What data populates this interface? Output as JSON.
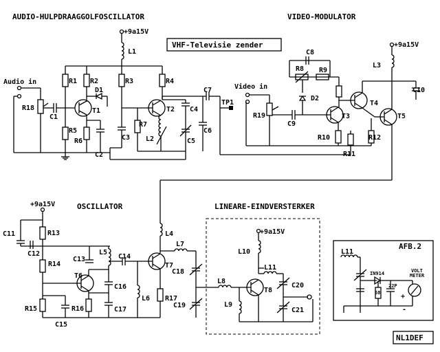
{
  "titles": {
    "audio_osc": "AUDIO-HULPDRAAGGOLFOSCILLATOR",
    "video_mod": "VIDEO-MODULATOR",
    "vhf_box": "VHF-Televisie zender",
    "oscillator": "OSCILLATOR",
    "linear_amp": "LINEARE-EINDVERSTERKER",
    "afb": "AFB.2",
    "signature": "NL1DEF"
  },
  "inputs": {
    "audio": "Audio in",
    "video": "Video in"
  },
  "supplies": {
    "s1": "+9a15V",
    "s2": "+9a15V",
    "s3": "+9a15V",
    "s4": "+9a15V"
  },
  "components": {
    "L1": "L1",
    "R1": "R1",
    "R2": "R2",
    "R3": "R3",
    "R4": "R4",
    "D1": "D1",
    "R18": "R18",
    "C1": "C1",
    "T1": "T1",
    "R5": "R5",
    "R6": "R6",
    "C2": "C2",
    "C3": "C3",
    "R7": "R7",
    "T2": "T2",
    "C4": "C4",
    "L2": "L2",
    "C5": "C5",
    "C6": "C6",
    "C7": "C7",
    "TP1": "TP1",
    "C8": "C8",
    "R8": "R8",
    "R9": "R9",
    "D2": "D2",
    "R19": "R19",
    "C9": "C9",
    "T3": "T3",
    "T4": "T4",
    "T5": "T5",
    "L3": "L3",
    "C10": "C10",
    "R10": "R10",
    "R11": "R11",
    "R12": "R12",
    "C11": "C11",
    "C12": "C12",
    "R13": "R13",
    "R14": "R14",
    "C13": "C13",
    "L5": "L5",
    "T6": "T6",
    "C14": "C14",
    "C16": "C16",
    "C17": "C17",
    "R15": "R15",
    "R16": "R16",
    "C15": "C15",
    "L6": "L6",
    "L4": "L4",
    "L7": "L7",
    "T7": "T7",
    "C18": "C18",
    "R17": "R17",
    "C19": "C19",
    "L8": "L8",
    "L9": "L9",
    "L10": "L10",
    "L11": "L11",
    "T8": "T8",
    "C20": "C20",
    "C21": "C21"
  },
  "afb": {
    "coil": "L11",
    "diode": "IN914",
    "resistor": "68",
    "cap": "22P",
    "meter": "VOLT\nMETER",
    "plus": "+",
    "minus": "-"
  }
}
